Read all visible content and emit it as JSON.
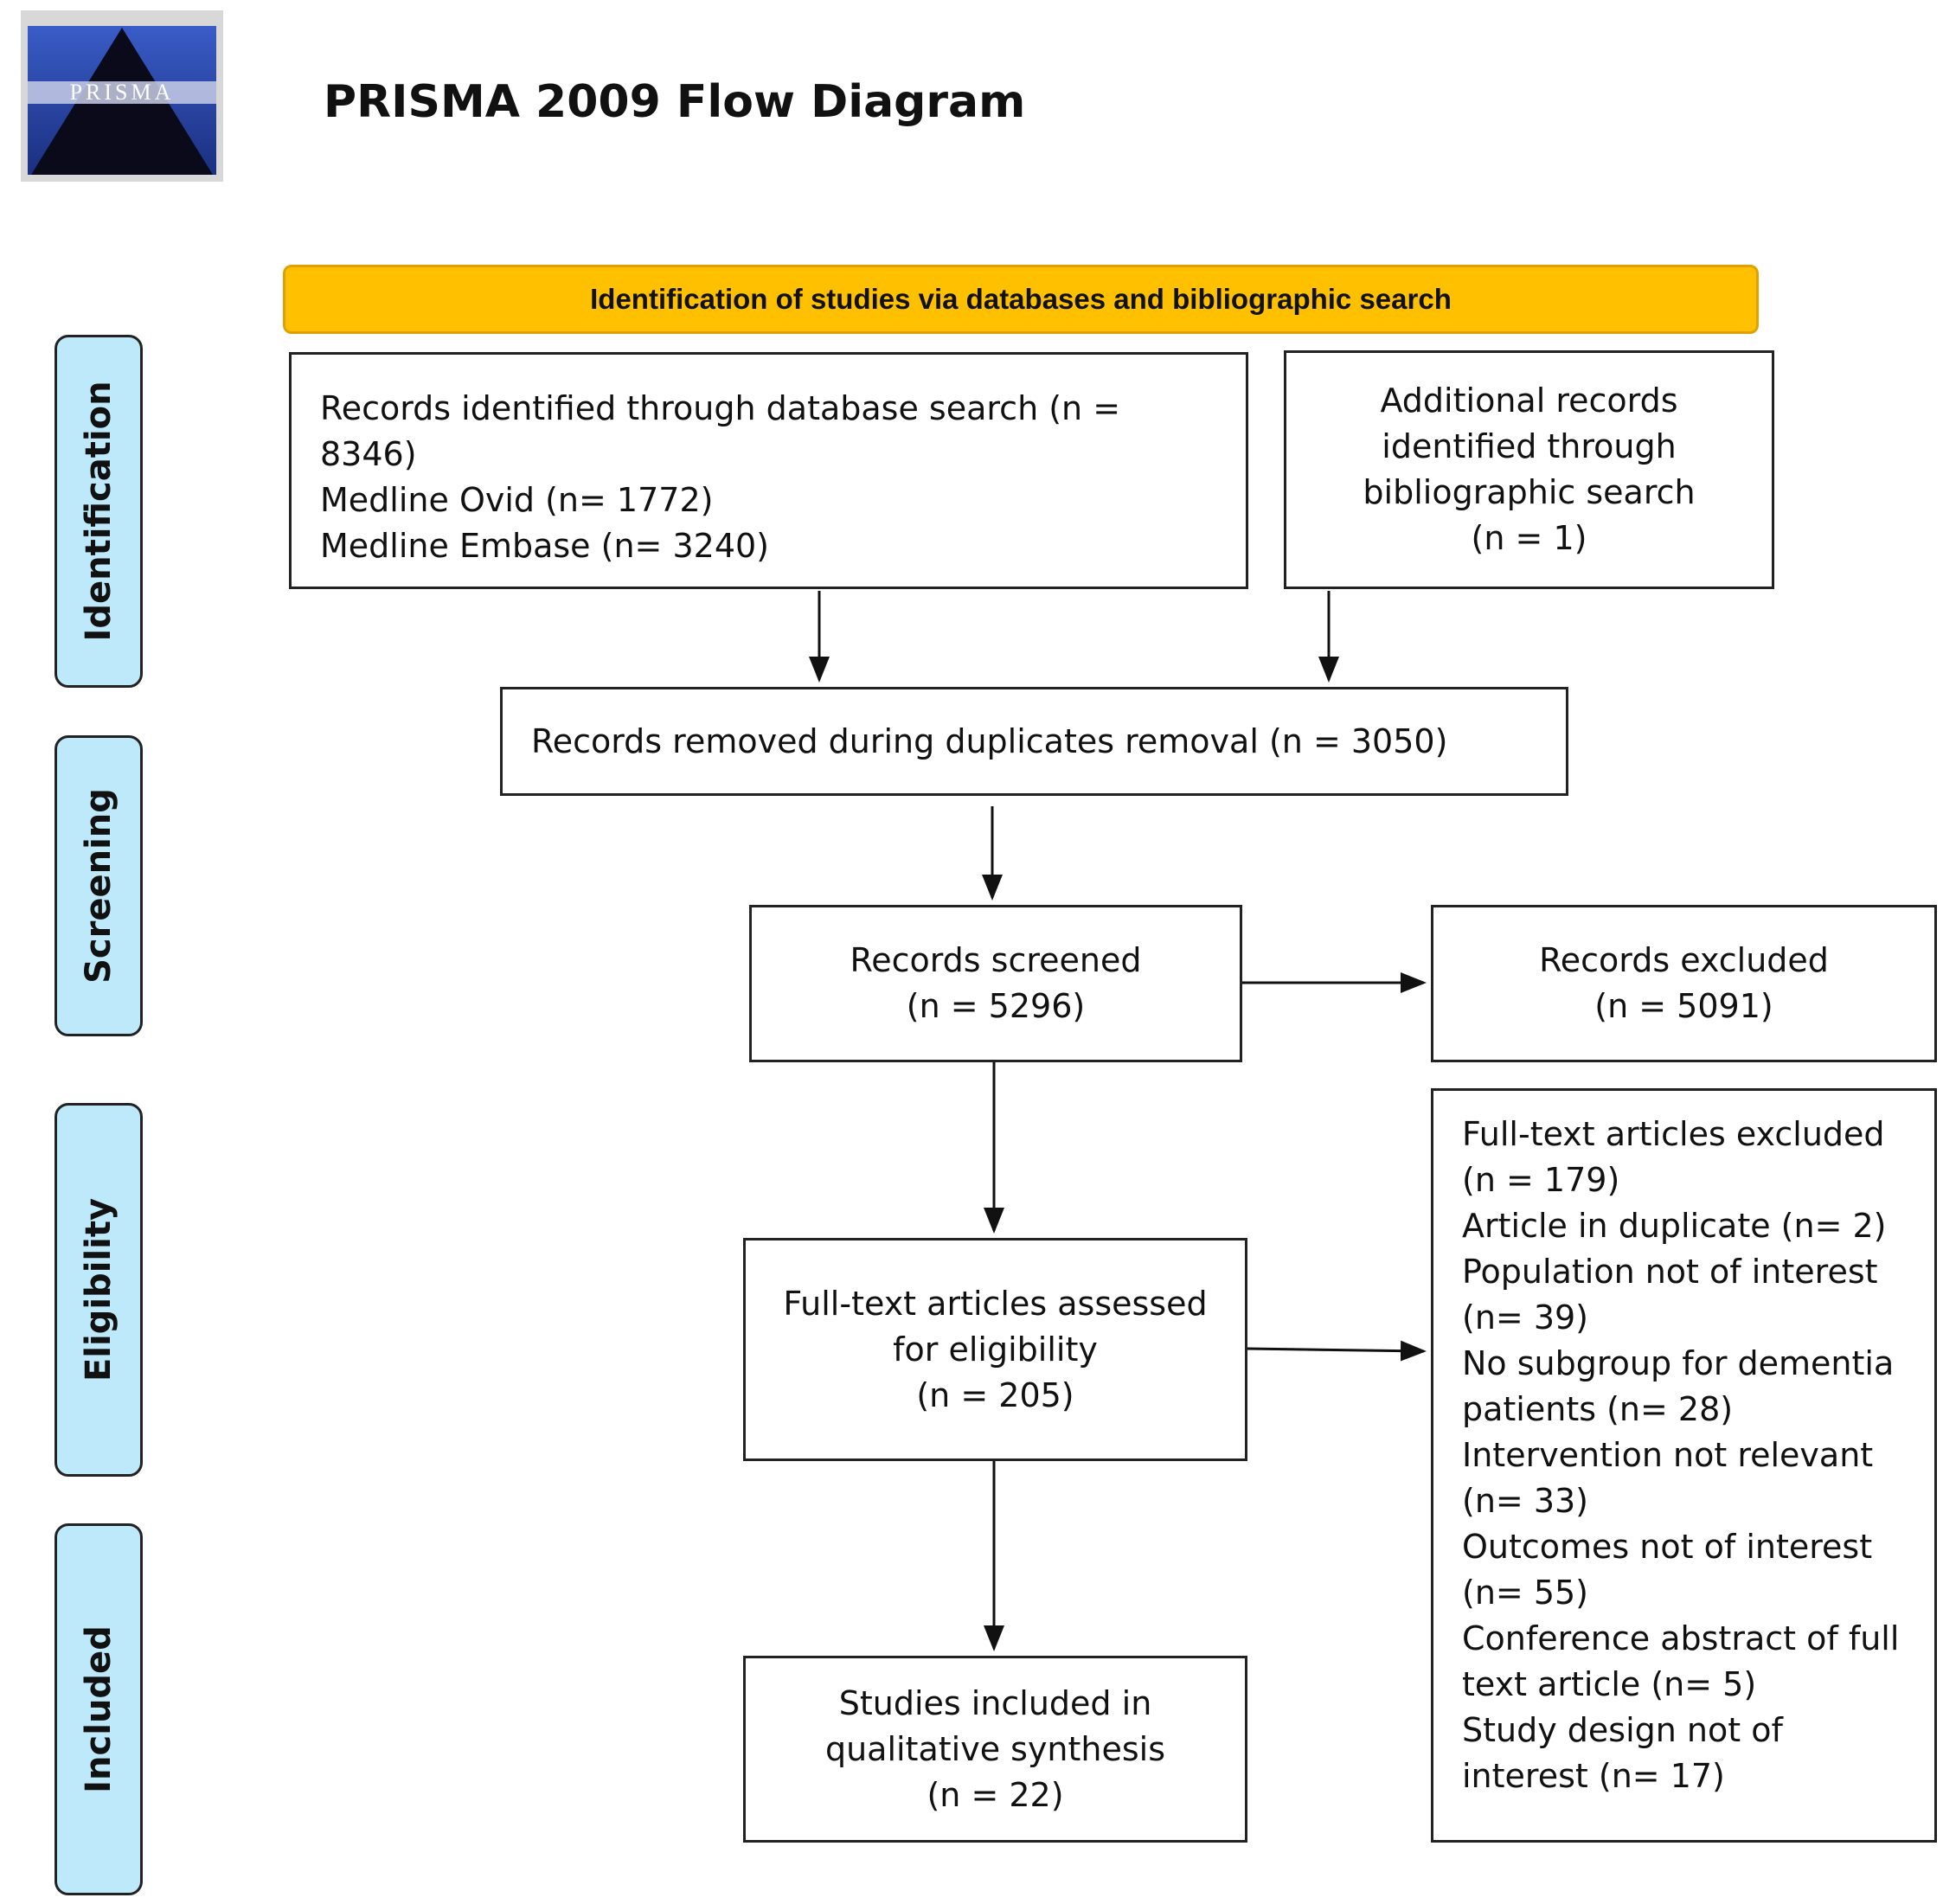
{
  "logo": {
    "label": "PRISMA"
  },
  "title": "PRISMA 2009 Flow Diagram",
  "banner": "Identification of studies via databases and bibliographic search",
  "stages": {
    "identification": "Identification",
    "screening": "Screening",
    "eligibility": "Eligibility",
    "included": "Included"
  },
  "boxes": {
    "database": {
      "lines": [
        "Records identified through database search (n =",
        "8346)",
        "Medline Ovid (n= 1772)",
        "Medline Embase (n= 3240)"
      ]
    },
    "additional": {
      "lines": [
        "Additional records",
        "identified through",
        "bibliographic search",
        "(n = 1)"
      ]
    },
    "duplicates": {
      "text": "Records removed during duplicates removal (n = 3050)"
    },
    "screened": {
      "lines": [
        "Records screened",
        "(n = 5296)"
      ]
    },
    "excluded": {
      "lines": [
        "Records excluded",
        "(n = 5091)"
      ]
    },
    "fulltext": {
      "lines": [
        "Full-text articles assessed",
        "for eligibility",
        "(n = 205)"
      ]
    },
    "fulltext_excluded": {
      "lines": [
        "Full-text articles excluded",
        "(n = 179)",
        "Article in duplicate (n= 2)",
        "Population not of interest",
        "(n= 39)",
        "No subgroup for dementia",
        "patients (n= 28)",
        "Intervention not relevant",
        "(n= 33)",
        "Outcomes not of interest",
        "(n= 55)",
        "Conference abstract of full",
        "text article (n= 5)",
        "Study design not of",
        "interest (n= 17)"
      ]
    },
    "included": {
      "lines": [
        "Studies included in",
        "qualitative synthesis",
        "(n = 22)"
      ]
    }
  },
  "colors": {
    "banner": "#ffc000",
    "stage": "#bde9fb",
    "border": "#222222"
  }
}
